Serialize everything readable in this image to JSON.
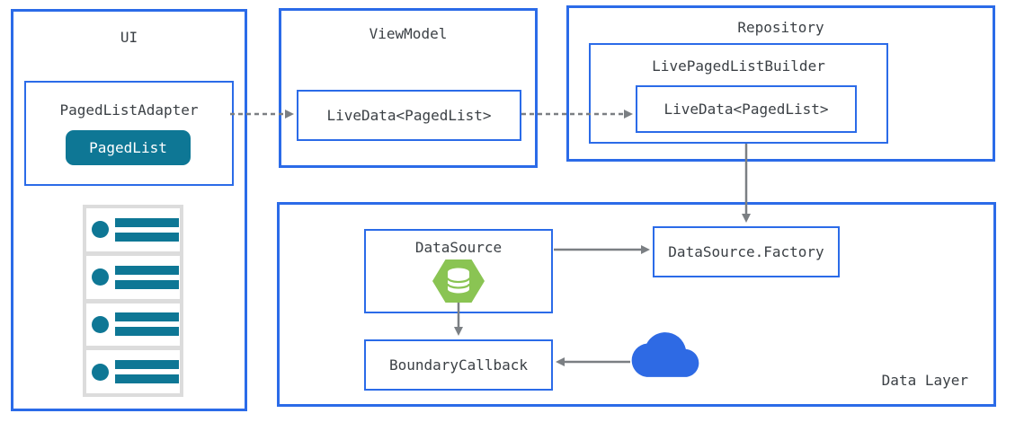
{
  "colors": {
    "panel_border": "#2b6be8",
    "teal": "#0e7795",
    "hexagon_green": "#8ac453",
    "cloud_blue": "#2e6ae4",
    "arrow_gray": "#7b7f83",
    "text": "#3b4045",
    "list_bg": "#dcdcdc"
  },
  "panels": {
    "ui": {
      "title": "UI",
      "adapter": {
        "title": "PagedListAdapter",
        "chip_label": "PagedList"
      },
      "list_placeholder_items": 4
    },
    "viewmodel": {
      "title": "ViewModel",
      "livedata_label": "LiveData<PagedList>"
    },
    "repository": {
      "title": "Repository",
      "builder": {
        "title": "LivePagedListBuilder",
        "livedata_label": "LiveData<PagedList>"
      }
    },
    "data_layer": {
      "title": "Data Layer",
      "datasource_label": "DataSource",
      "factory_label": "DataSource.Factory",
      "boundary_label": "BoundaryCallback"
    }
  },
  "icons": {
    "database": "database-icon",
    "cloud": "cloud-icon"
  }
}
